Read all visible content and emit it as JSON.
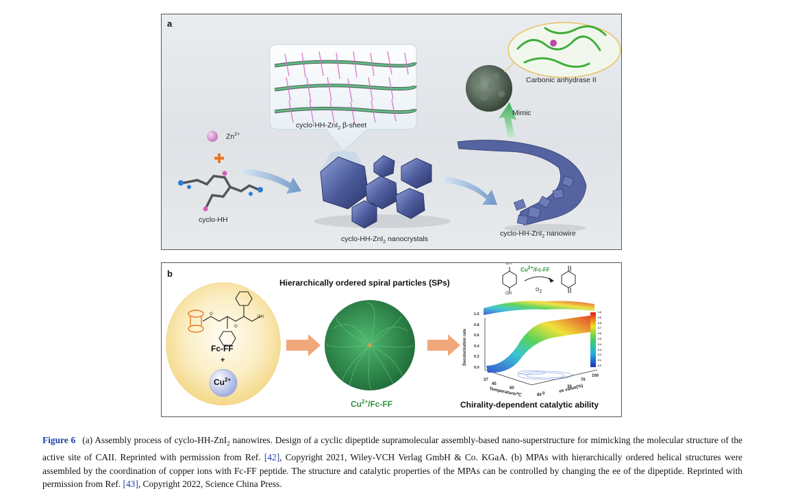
{
  "panel_a": {
    "letter": "a",
    "zn_label": "Zn",
    "zn_sup": "2+",
    "cyclo_hh": "cyclo-HH",
    "beta_sheet_pre": "cyclo-HH-ZnI",
    "beta_sheet_sub": "2",
    "beta_sheet_post": " β-sheet",
    "nanocrystals_pre": "cyclo-HH-ZnI",
    "nanocrystals_sub": "2",
    "nanocrystals_post": " nanocrystals",
    "nanowire_pre": "cyclo-HH-ZnI",
    "nanowire_sub": "2",
    "nanowire_post": " nanowire",
    "mimic": "Mimic",
    "carbonic": "Carbonic anhydrase II"
  },
  "panel_b": {
    "letter": "b",
    "title": "Hierarchically ordered spiral particles (SPs)",
    "fc_ff": "Fc-FF",
    "plus": "+",
    "cu_label": "Cu",
    "cu_sup": "2+",
    "cufcff_pre": "Cu",
    "cufcff_sup": "2+",
    "cufcff_post": "/Fc-FF",
    "reaction_pre": "Cu",
    "reaction_sup": "2+",
    "reaction_post": "/Fc-FF",
    "o2": "O",
    "o2_sub": "2",
    "oh_top": "OH",
    "oh_bottom": "OH",
    "chirality": "Chirality-dependent catalytic ability",
    "y_axis": "Decolorization rate",
    "y_ticks": [
      "1.0",
      "0.8",
      "0.6",
      "0.4",
      "0.2",
      "0.0"
    ],
    "x_axis": "Temperature/℃",
    "x_ticks": [
      "37",
      "45",
      "60",
      "80"
    ],
    "z_axis": "ee value(%)",
    "z_ticks": [
      "0",
      "30",
      "70",
      "100"
    ],
    "colorbar_ticks": [
      "1.0",
      "0.9",
      "0.8",
      "0.7",
      "0.6",
      "0.5",
      "0.4",
      "0.3",
      "0.2",
      "0.1",
      "0.0"
    ]
  },
  "caption": {
    "label": "Figure 6",
    "seg1": "(a) Assembly process of cyclo-HH-ZnI",
    "seg1_sub": "2",
    "seg2": " nanowires. Design of a cyclic dipeptide supramolecular assembly-based nano-superstructure for mimicking the molecular structure of the active site of CAII. Reprinted with permission from Ref. ",
    "ref1": "[42]",
    "seg3": ", Copyright 2021, Wiley-VCH Verlag GmbH & Co. KGaA. (b) MPAs with hierarchically ordered helical structures were assembled by the coordination of copper ions with Fc-FF peptide. The structure and catalytic properties of the MPAs can be controlled by changing the ee of the dipeptide. Reprinted with permission from Ref. ",
    "ref2": "[43]",
    "seg4": ", Copyright 2022, Science China Press."
  },
  "colors": {
    "link_blue": "#1a3ea8",
    "crystal_blue": "#5a6aa8",
    "protein_green": "#3fae3a",
    "sphere_green": "#2e8f4a",
    "arrow_orange": "#f0a77a",
    "plus_orange": "#e87722",
    "zn_pink": "#d98ad0"
  }
}
